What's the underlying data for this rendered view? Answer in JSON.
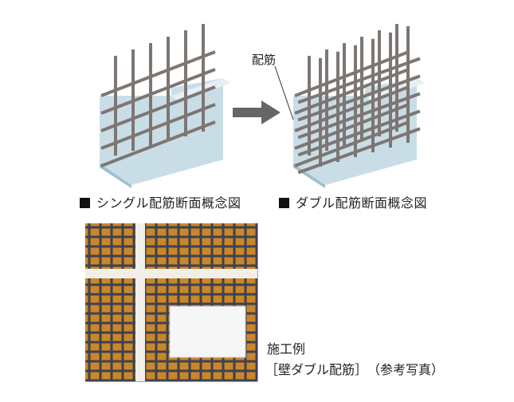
{
  "labels": {
    "rebar_callout": "配筋",
    "single_caption": "シングル配筋断面概念図",
    "double_caption": "ダブル配筋断面概念図",
    "example_title": "施工例",
    "example_subtitle": "［壁ダブル配筋］　（参考写真）"
  },
  "colors": {
    "wall_front": "#c9dde6",
    "wall_side": "#9fbfcc",
    "rebar": "#7d7672",
    "arrow": "#666666",
    "formwork": "#c9872a"
  }
}
